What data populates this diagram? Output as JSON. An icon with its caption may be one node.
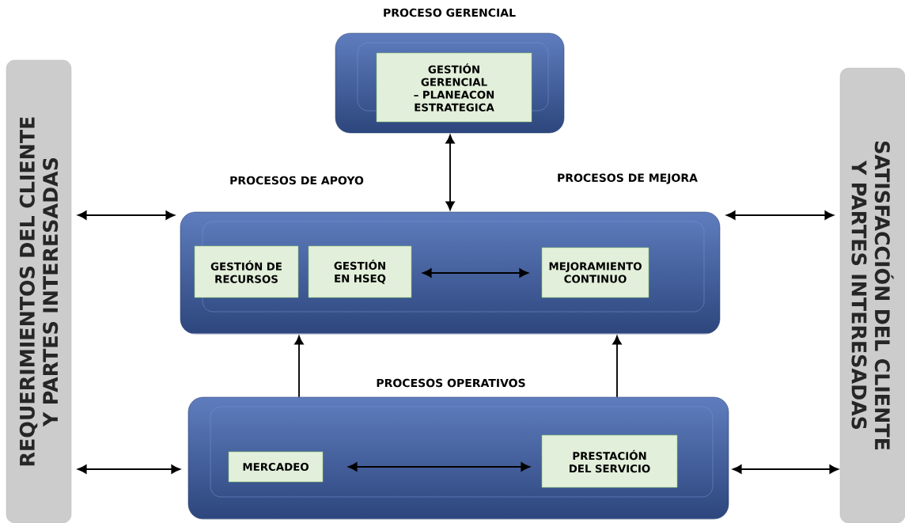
{
  "diagram": {
    "nodes": [
      {
        "text": [
          "REQUERIMIENTOS DEL CLIENTE Y PARTES INTERESADAS"
        ]
      },
      {
        "text": [
          "PROCESO GERENCIAL"
        ]
      },
      {
        "text": [
          "GESTIÓN GERENCIAL – PLANEACON ESTRATEGICA"
        ],
        "in": 1
      },
      {
        "text": [
          "PROCESOS DE APOYO",
          "PROCESOS DE MEJORA"
        ]
      },
      {
        "text": [
          "GESTIÓN DE RECURSOS"
        ],
        "in": 3
      },
      {
        "text": [
          "GESTIÓN EN HSEQ"
        ],
        "in": 3
      },
      {
        "text": [
          "MEJORAMIENTO CONTINUO"
        ],
        "in": 3
      },
      {
        "text": [
          "PROCESOS OPERATIVOS"
        ]
      },
      {
        "text": [
          "MERCADEO"
        ],
        "in": 7
      },
      {
        "text": [
          "PRESTACIÓN DEL SERVICIO"
        ],
        "in": 7
      },
      {
        "text": [
          "SATISFACCIÓN DEL CLIENTE Y PARTES INTERESADAS"
        ]
      }
    ],
    "edges": [
      {
        "from": 0,
        "to": 3,
        "arrow": "both"
      },
      {
        "from": 3,
        "to": 10,
        "arrow": "both"
      },
      {
        "from": 1,
        "to": 3,
        "arrow": "both"
      },
      {
        "from": 5,
        "to": 6,
        "arrow": "both"
      },
      {
        "from": 7,
        "to": 3,
        "arrow": "to"
      },
      {
        "from": 7,
        "to": 3,
        "arrow": "to"
      },
      {
        "from": 0,
        "to": 7,
        "arrow": "both"
      },
      {
        "from": 8,
        "to": 9,
        "arrow": "both"
      },
      {
        "from": 7,
        "to": 10,
        "arrow": "both"
      }
    ]
  }
}
